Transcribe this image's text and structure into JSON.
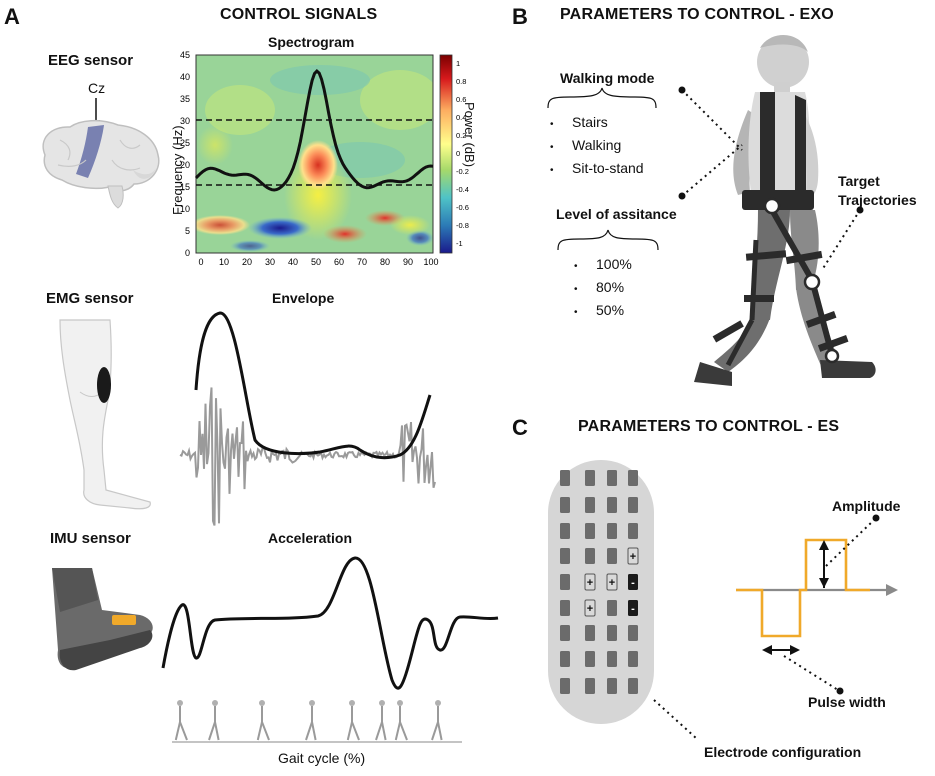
{
  "panelA": {
    "letter": "A",
    "title": "CONTROL SIGNALS",
    "eeg": {
      "sensor": "EEG sensor",
      "electrode": "Cz"
    },
    "spectrogram": {
      "title": "Spectrogram",
      "ylabel": "Frequency (Hz)",
      "colorbar_label": "Power (dB)",
      "yticks": [
        "45",
        "40",
        "35",
        "30",
        "25",
        "20",
        "15",
        "10",
        "5",
        "0"
      ],
      "xticks": [
        "0",
        "10",
        "20",
        "30",
        "40",
        "50",
        "60",
        "70",
        "80",
        "90",
        "100"
      ],
      "cbticks": [
        "1",
        "0.8",
        "0.6",
        "0.4",
        "0.2",
        "0",
        "-0.2",
        "-0.4",
        "-0.6",
        "-0.8",
        "-1"
      ]
    },
    "emg": {
      "sensor": "EMG sensor",
      "title": "Envelope"
    },
    "imu": {
      "sensor": "IMU sensor",
      "title": "Acceleration",
      "xlabel": "Gait cycle (%)"
    }
  },
  "panelB": {
    "letter": "B",
    "title": "PARAMETERS TO CONTROL - EXO",
    "walking_mode": {
      "heading": "Walking mode",
      "items": [
        "Stairs",
        "Walking",
        "Sit-to-stand"
      ]
    },
    "assistance": {
      "heading": "Level of assitance",
      "items": [
        "100%",
        "80%",
        "50%"
      ]
    },
    "target": "Target Trajectories",
    "target_l1": "Target",
    "target_l2": "Trajectories"
  },
  "panelC": {
    "letter": "C",
    "title": "PARAMETERS TO CONTROL - ES",
    "amplitude": "Amplitude",
    "pulse_width": "Pulse width",
    "electrode": "Electrode configuration",
    "plus": "+",
    "minus": "-"
  },
  "colors": {
    "pulse": "#f0a92a",
    "electrode": "#6b6b6b",
    "paddle": "#d6d6d6",
    "exo": "#2b2b2b"
  }
}
